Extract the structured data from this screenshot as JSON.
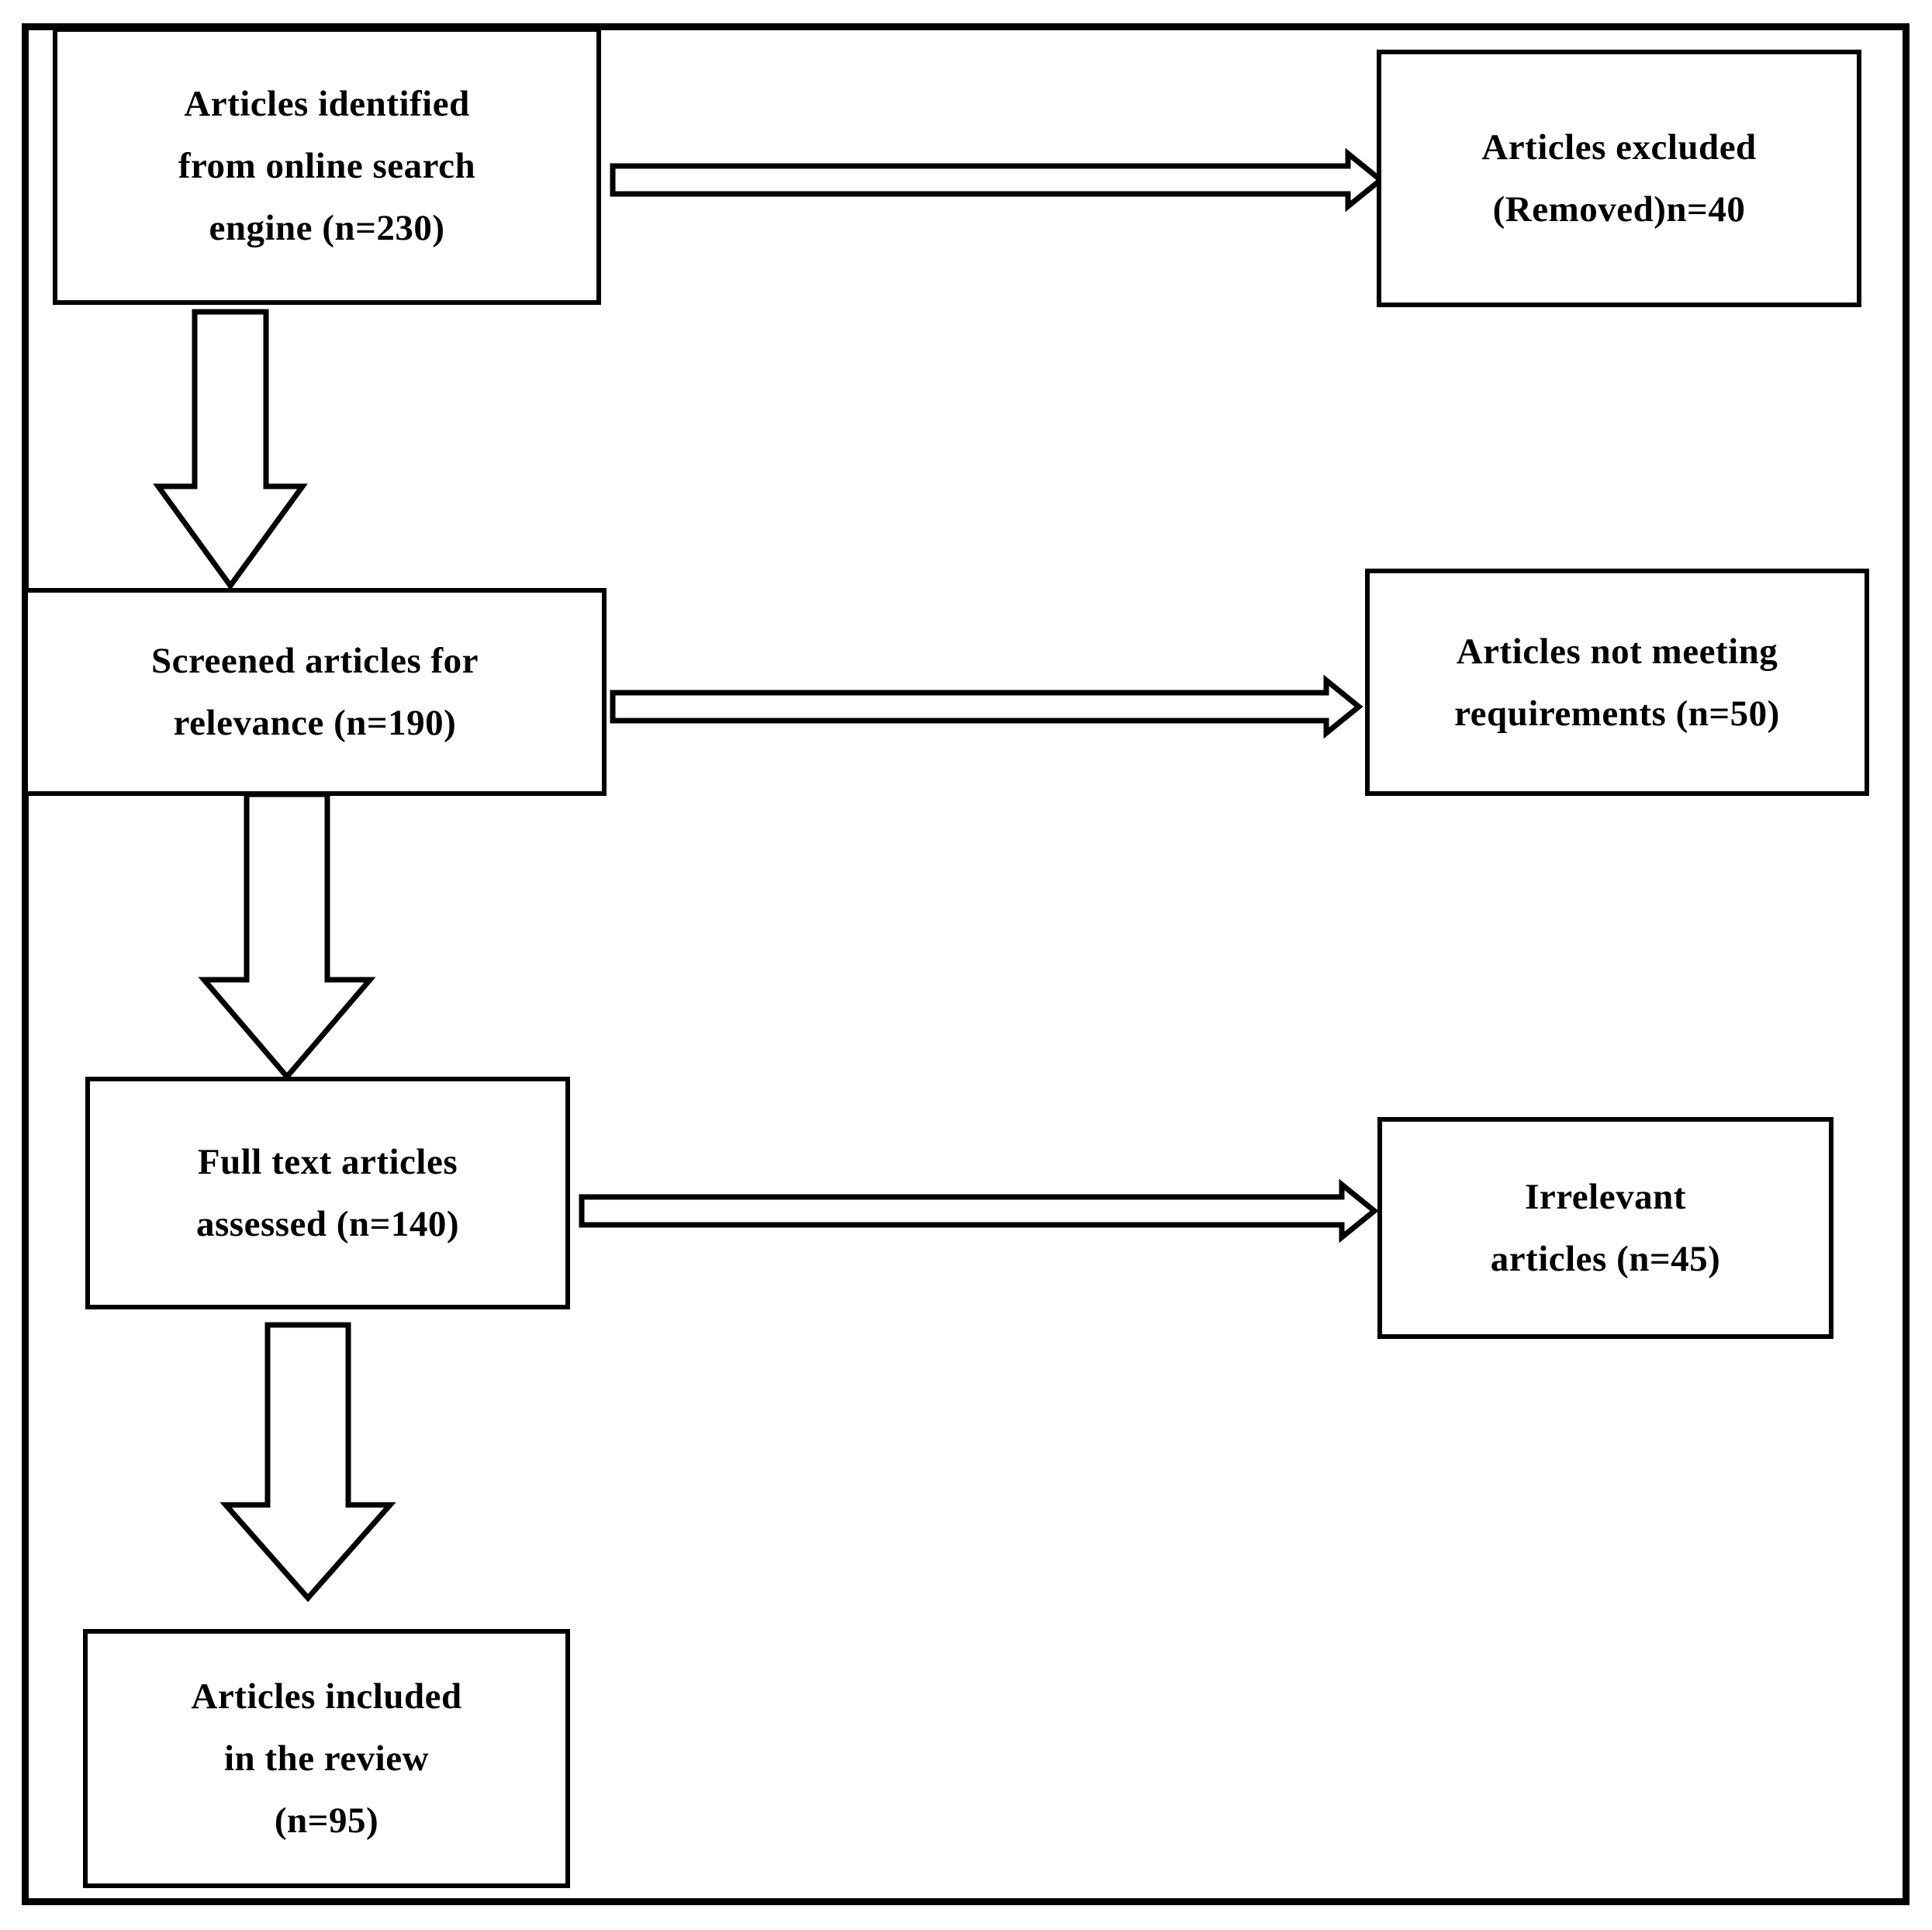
{
  "figure": {
    "type": "flowchart",
    "background_color": "#ffffff",
    "line_color": "#000000",
    "text_color": "#000000"
  },
  "boxes": {
    "identified": {
      "line1": "Articles identified",
      "line2": "from online search",
      "line3": "engine (n=230)"
    },
    "excluded": {
      "line1": "Articles excluded",
      "line2": "(Removed)n=40"
    },
    "screened": {
      "line1": "Screened articles for",
      "line2": "relevance (n=190)"
    },
    "not_meeting": {
      "line1": "Articles not meeting",
      "line2": "requirements (n=50)"
    },
    "fulltext": {
      "line1": "Full text articles",
      "line2": "assessed (n=140)"
    },
    "irrelevant": {
      "line1": "Irrelevant",
      "line2": "articles (n=45)"
    },
    "included": {
      "line1": "Articles included",
      "line2": "in the review",
      "line3": "(n=95)"
    }
  },
  "arrows": {
    "right1": "right-block-arrow from identified to excluded",
    "right2": "right-block-arrow from screened to not-meeting",
    "right3": "right-block-arrow from fulltext to irrelevant",
    "down1": "down-block-arrow from identified to screened",
    "down2": "down-block-arrow from screened to fulltext",
    "down3": "down-block-arrow from fulltext to included"
  }
}
